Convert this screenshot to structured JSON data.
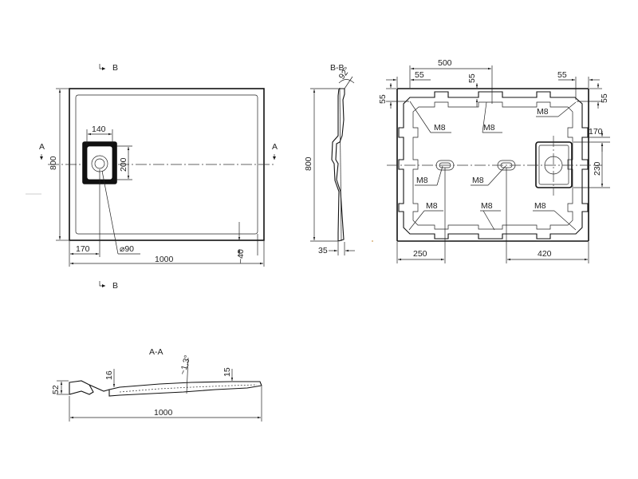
{
  "plan_view": {
    "section_mark_top": "B",
    "section_mark_bottom": "B",
    "section_mark_left": "A",
    "section_mark_right": "A",
    "dim_height": "800",
    "dim_drain_width": "140",
    "dim_drain_height": "200",
    "dim_left_offset": "170",
    "dim_drain_diameter": "⌀90",
    "dim_width": "1000",
    "dim_edge": "~40"
  },
  "section_bb": {
    "label": "B-B",
    "angle": "92°",
    "dim_height": "800",
    "dim_thickness": "35"
  },
  "bottom_view": {
    "dim_top_500": "500",
    "dim_top_left_55": "55",
    "dim_top_center_55": "55",
    "dim_top_right_55": "55",
    "dim_left_55": "55",
    "dim_right_55": "55",
    "dim_right_170": "170",
    "dim_right_230": "230",
    "dim_bottom_250": "250",
    "dim_bottom_420": "420",
    "m8_labels": [
      "M8",
      "M8",
      "M8",
      "M8",
      "M8",
      "M8",
      "M8",
      "M8"
    ]
  },
  "section_aa": {
    "label": "A-A",
    "angle": "~1,3°",
    "dim_left": "52",
    "dim_16": "16",
    "dim_15": "15",
    "dim_width": "1000"
  }
}
